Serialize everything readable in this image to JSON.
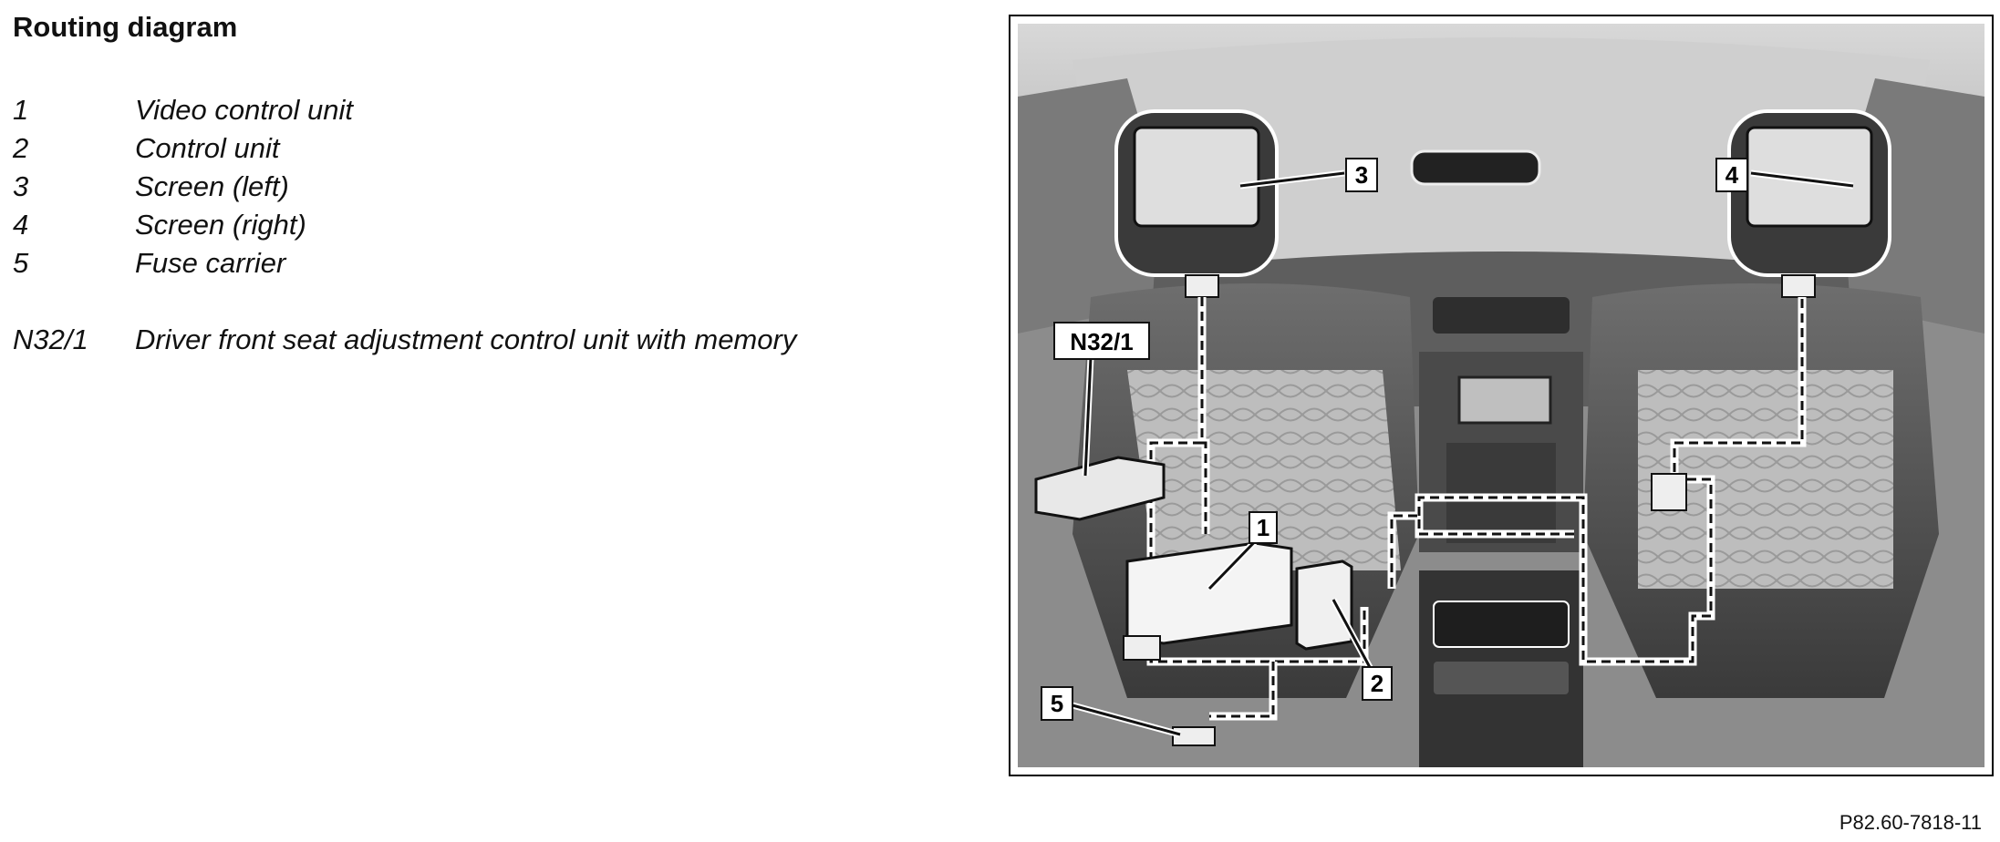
{
  "title": "Routing diagram",
  "legend": [
    {
      "num": "1",
      "label": "Video control unit"
    },
    {
      "num": "2",
      "label": "Control unit"
    },
    {
      "num": "3",
      "label": "Screen (left)"
    },
    {
      "num": "4",
      "label": "Screen (right)"
    },
    {
      "num": "5",
      "label": "Fuse carrier"
    }
  ],
  "legend_extra": {
    "num": "N32/1",
    "label": "Driver front seat adjustment control unit with memory"
  },
  "callouts": {
    "c1": "1",
    "c2": "2",
    "c3": "3",
    "c4": "4",
    "c5": "5",
    "n32": "N32/1"
  },
  "reference": "P82.60-7818-11"
}
